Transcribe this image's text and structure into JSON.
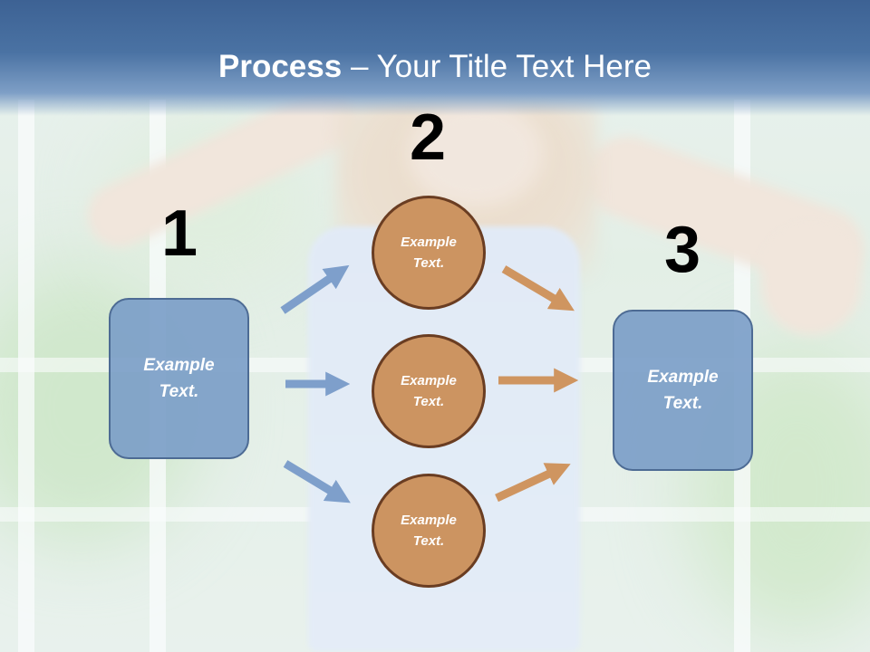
{
  "slide": {
    "title_bold": "Process",
    "title_rest": " – Your Title Text Here"
  },
  "steps": [
    {
      "number": "1",
      "label": "Example Text."
    },
    {
      "number": "2",
      "items": [
        "Example Text.",
        "Example Text.",
        "Example Text."
      ]
    },
    {
      "number": "3",
      "label": "Example Text."
    }
  ],
  "colors": {
    "header": "#4a72a3",
    "box_fill": "#7c9ec8",
    "box_border": "#4d6b94",
    "circle_fill": "#cc9461",
    "circle_border": "#6a3d22",
    "arrow_blue": "#7e9fcb",
    "arrow_orange": "#cf9560"
  }
}
